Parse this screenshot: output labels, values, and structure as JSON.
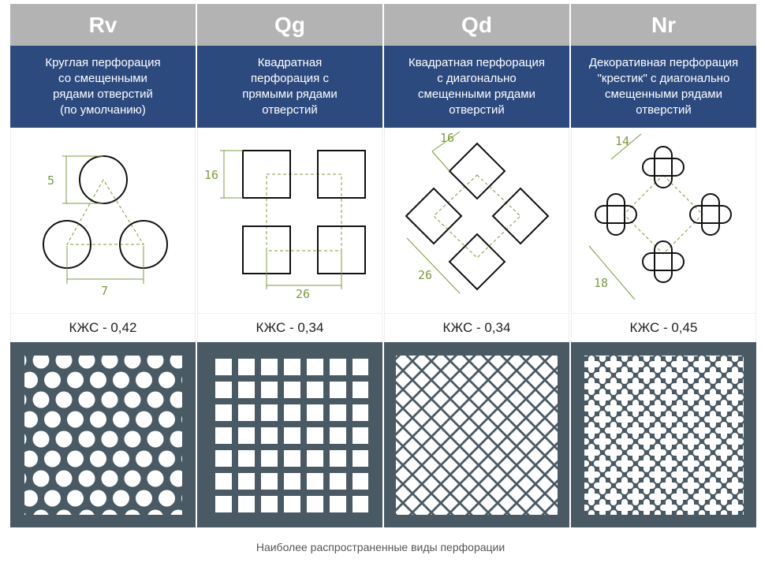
{
  "columns": [
    {
      "code": "Rv",
      "description": "Круглая перфорация\nсо смещенными\nрядами отверстий\n(по умолчанию)",
      "dims": [
        "5",
        "7"
      ],
      "kjs": "КЖС - 0,42"
    },
    {
      "code": "Qg",
      "description": "Квадратная\nперфорация с\nпрямыми рядами\nотверстий",
      "dims": [
        "16",
        "26"
      ],
      "kjs": "КЖС - 0,34"
    },
    {
      "code": "Qd",
      "description": "Квадратная перфорация\nс диагонально\nсмещенными рядами\nотверстий",
      "dims": [
        "16",
        "26"
      ],
      "kjs": "КЖС - 0,34"
    },
    {
      "code": "Nr",
      "description": "Декоративная перфорация\n\"крестик\" с диагонально\nсмещенными рядами\nотверстий",
      "dims": [
        "14",
        "18"
      ],
      "kjs": "КЖС - 0,45"
    }
  ],
  "caption": "Наиболее распространенные виды перфорации",
  "colors": {
    "header_gray": "#b3b3b3",
    "header_blue": "#2d4a7f",
    "panel": "#4a5a65",
    "dimension": "#7c9b3f"
  }
}
